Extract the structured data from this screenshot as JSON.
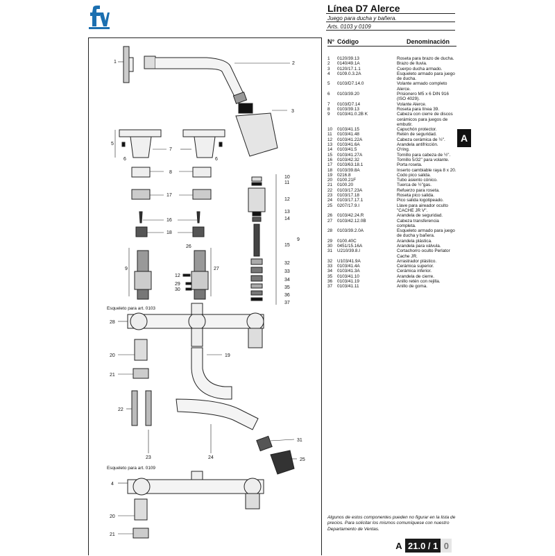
{
  "header": {
    "title": "Línea D7 Alerce",
    "subtitle": "Juego para ducha y bañera.",
    "articles": "Arts. 0103 y 0109"
  },
  "brand": {
    "logo": "fv-logo",
    "color": "#1b6fb0"
  },
  "table": {
    "col_n": "N°",
    "col_code": "Código",
    "col_name": "Denominación",
    "rows": [
      {
        "n": "1",
        "code": "0120/39.13",
        "name": "Roseta para brazo de ducha."
      },
      {
        "n": "2",
        "code": "0140/49.1A",
        "name": "Brazo de lluvia."
      },
      {
        "n": "3",
        "code": "0120/17.1.1",
        "name": "Cuerpo ducha armado."
      },
      {
        "n": "4",
        "code": "0109.0.3.2A",
        "name": "Esqueleto armado para juego de ducha."
      },
      {
        "n": "5",
        "code": "0103/D7.14.0",
        "name": "Volante armado completo Alerce."
      },
      {
        "n": "6",
        "code": "0103/39.20",
        "name": "Prisionero M5 x 6 DIN 916 (ISO 4029)."
      },
      {
        "n": "7",
        "code": "0103/D7.14",
        "name": "Volante Alerce."
      },
      {
        "n": "8",
        "code": "0103/39.13",
        "name": "Roseta para línea 39."
      },
      {
        "n": "9",
        "code": "0103/41.0.2B K",
        "name": "Cabeza con cierre de discos cerámicos para juegos de embutir."
      },
      {
        "n": "10",
        "code": "0103/41.15",
        "name": "Capuchón protector."
      },
      {
        "n": "11",
        "code": "0103/41.48",
        "name": "Retén de seguridad."
      },
      {
        "n": "12",
        "code": "0103/41.22A",
        "name": "Cabeza cerámica de ½\"."
      },
      {
        "n": "13",
        "code": "0103/41.6A",
        "name": "Arandela antifricción."
      },
      {
        "n": "14",
        "code": "0103/41.5",
        "name": "O'ring."
      },
      {
        "n": "15",
        "code": "0103/41.27A",
        "name": "Tornillo para cabeza de ½\"."
      },
      {
        "n": "16",
        "code": "0103/42.32",
        "name": "Tornillo 5/32\" para volante."
      },
      {
        "n": "17",
        "code": "0103/63.18.1",
        "name": "Porta roseta."
      },
      {
        "n": "18",
        "code": "0103/39.8A",
        "name": "Inserto cambiable raya 8 x 20."
      },
      {
        "n": "19",
        "code": "0216.8",
        "name": "Codo pico salida."
      },
      {
        "n": "20",
        "code": "0100.21F",
        "name": "Tubo asiento cónico."
      },
      {
        "n": "21",
        "code": "0100.20",
        "name": "Tuerca de ½\"gas."
      },
      {
        "n": "22",
        "code": "0103/17.23A",
        "name": "Refuerzo para roseta."
      },
      {
        "n": "23",
        "code": "0103/17.18",
        "name": "Roseta pico salida."
      },
      {
        "n": "24",
        "code": "0103/17.17.1",
        "name": "Pico salida logotipeado."
      },
      {
        "n": "25",
        "code": "0207/17.9.I",
        "name": "Llave para aireador oculto \"CACHE JR V\"."
      },
      {
        "n": "26",
        "code": "0103/42.24.R",
        "name": "Arandela de seguridad."
      },
      {
        "n": "27",
        "code": "0103/42.12.0B",
        "name": "Cabeza transferencia completa."
      },
      {
        "n": "28",
        "code": "0103/39.2.0A",
        "name": "Esqueleto armado para juego de ducha y bañera."
      },
      {
        "n": "29",
        "code": "0100.40C",
        "name": "Arandela plástica."
      },
      {
        "n": "30",
        "code": "0451/15.16A",
        "name": "Arandela para válvula."
      },
      {
        "n": "31",
        "code": "U210/39.8.I",
        "name": "Cortachorro oculto Perlator Cache JR."
      },
      {
        "n": "32",
        "code": "U103/41.9A",
        "name": "Arrastrador plástico."
      },
      {
        "n": "33",
        "code": "0103/41.4A",
        "name": "Cerámica superior."
      },
      {
        "n": "34",
        "code": "0103/41.3A",
        "name": "Cerámica inferior."
      },
      {
        "n": "35",
        "code": "0103/41.10",
        "name": "Arandela de cierre."
      },
      {
        "n": "36",
        "code": "0103/41.19",
        "name": "Anillo retén con rejilla."
      },
      {
        "n": "37",
        "code": "0103/41.11",
        "name": "Anillo de goma."
      }
    ]
  },
  "side_tab": "A",
  "diagram": {
    "skeleton_0103": "Esqueleto para art. 0103",
    "skeleton_0109": "Esqueleto para art. 0109",
    "callouts": [
      "1",
      "2",
      "3",
      "5",
      "6",
      "7",
      "6",
      "8",
      "17",
      "16",
      "18",
      "9",
      "26",
      "27",
      "12",
      "29",
      "30",
      "10",
      "11",
      "12",
      "13",
      "14",
      "15",
      "32",
      "33",
      "34",
      "35",
      "36",
      "37",
      "9",
      "28",
      "20",
      "19",
      "21",
      "22",
      "23",
      "24",
      "31",
      "25",
      "4",
      "20",
      "21"
    ]
  },
  "footer": {
    "note": "Algunos de estos componentes pueden no figurar en la lista de precios. Para solicitar los mismos comuníquese con nuestro Departamento de Ventas.",
    "page_letter": "A",
    "page_number": "21.0 / 1",
    "page_rev": "0"
  }
}
